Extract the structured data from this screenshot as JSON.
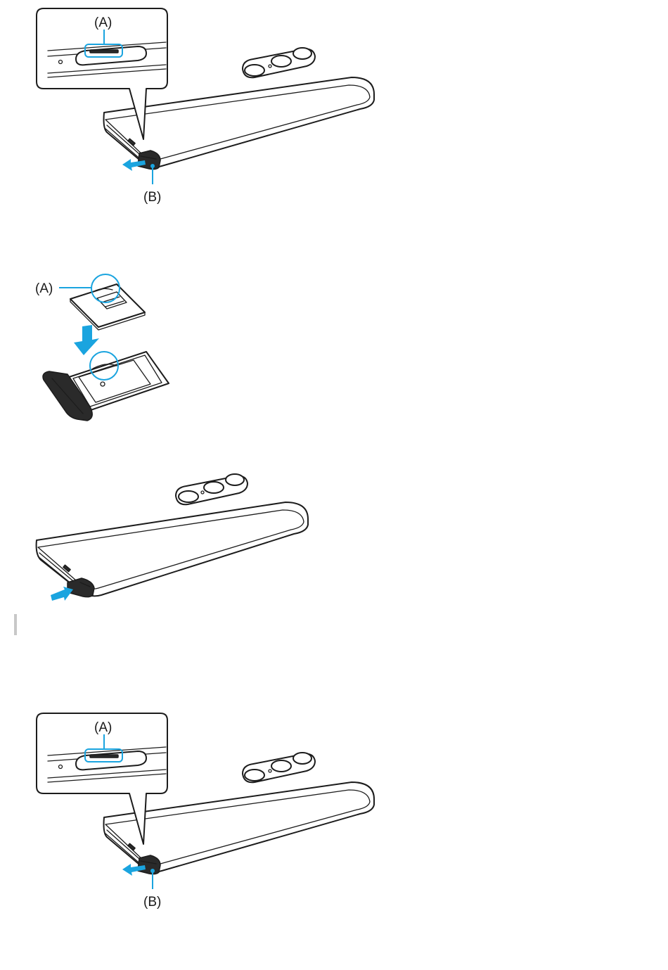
{
  "figure1": {
    "callout_a": "(A)",
    "callout_b": "(B)"
  },
  "figure2": {
    "callout_a": "(A)"
  },
  "figure3": {},
  "figure4": {
    "callout_a": "(A)",
    "callout_b": "(B)"
  },
  "colors": {
    "callout": "#1aa4df",
    "line": "#1c1c1c",
    "background": "#ffffff"
  },
  "icons": [
    "eject-arrow-icon",
    "insert-down-arrow-icon",
    "insert-arrow-icon"
  ]
}
